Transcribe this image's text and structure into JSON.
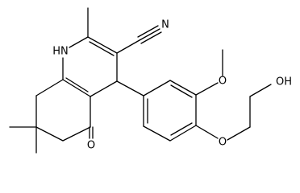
{
  "molecule": {
    "atoms": {
      "amine_nh": "HN",
      "nitrile_n": "N",
      "ketone_o": "O",
      "methoxy_o": "O",
      "ether_o": "O",
      "hydroxyl": "OH"
    },
    "colors": {
      "ink": "#000000",
      "background": "#ffffff"
    }
  }
}
